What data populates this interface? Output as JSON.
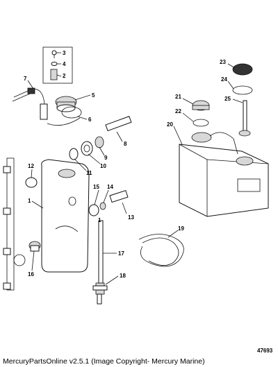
{
  "diagram": {
    "reference_number": "47693",
    "callouts": [
      "1",
      "2",
      "3",
      "4",
      "5",
      "6",
      "7",
      "8",
      "9",
      "10",
      "11",
      "12",
      "13",
      "14",
      "15",
      "16",
      "17",
      "18",
      "19",
      "20",
      "21",
      "22",
      "23",
      "24",
      "25"
    ]
  },
  "footer": {
    "caption": "MercuryPartsOnline v2.5.1 (Image Copyright- Mercury Marine)"
  }
}
